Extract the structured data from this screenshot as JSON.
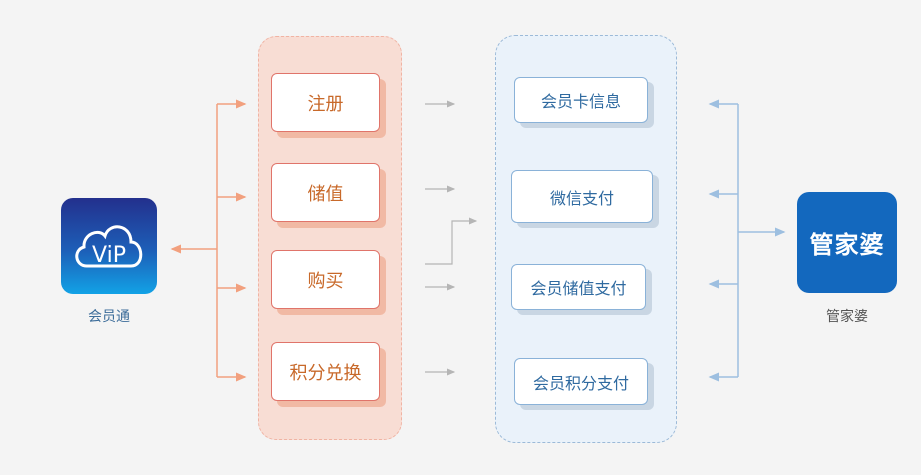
{
  "left_app": {
    "name": "会员通",
    "icon": "vip-cloud-icon",
    "icon_text": "ViP"
  },
  "right_app": {
    "name": "管家婆",
    "logo_text": "管家婆"
  },
  "client_functions": [
    "注册",
    "储值",
    "购买",
    "积分兑换"
  ],
  "server_functions": [
    "会员卡信息",
    "微信支付",
    "会员储值支付",
    "会员积分支付"
  ],
  "colors": {
    "orange_line": "#f2a07e",
    "orange_text": "#c8692a",
    "blue_line": "#9dbfe0",
    "blue_text": "#2f6aa0",
    "gray_line": "#b5b5b5",
    "vip_blue": "#1d5fb8",
    "gjp_blue": "#1368be"
  }
}
